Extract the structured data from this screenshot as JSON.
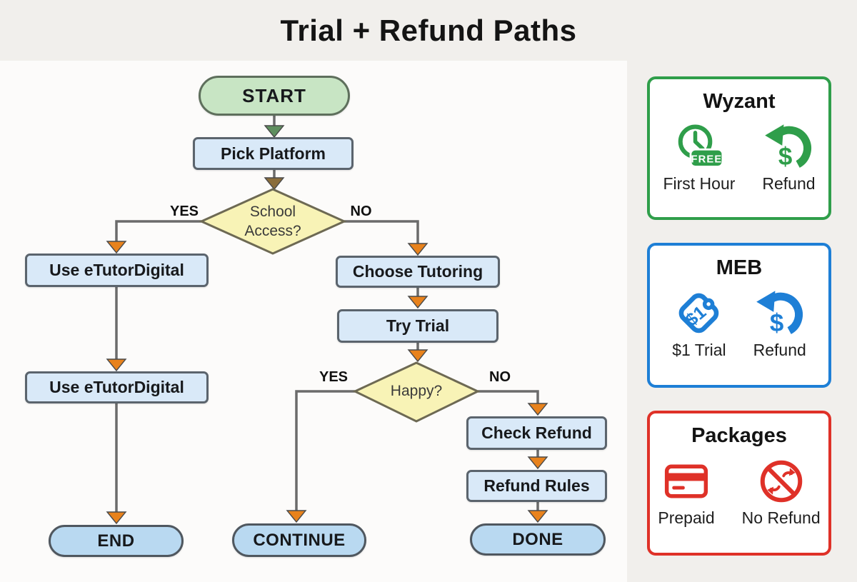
{
  "title": "Trial + Refund Paths",
  "flowchart": {
    "nodes": {
      "start": "START",
      "pick_platform": "Pick Platform",
      "school_access": {
        "line1": "School",
        "line2": "Access?"
      },
      "use_etutordigital_top": "Use eTutorDigital",
      "use_etutordigital_bottom": "Use eTutorDigital",
      "choose_tutoring": "Choose Tutoring",
      "try_trial": "Try Trial",
      "happy": "Happy?",
      "check_refund": "Check Refund",
      "refund_rules": "Refund Rules",
      "end": "END",
      "continue": "CONTINUE",
      "done": "DONE"
    },
    "branch_labels": {
      "school_yes": "YES",
      "school_no": "NO",
      "happy_yes": "YES",
      "happy_no": "NO"
    }
  },
  "cards": [
    {
      "title": "Wyzant",
      "accent": "#2f9e4a",
      "badge": "FREE",
      "items": [
        {
          "icon": "clock-free-trial-icon",
          "label": "First Hour"
        },
        {
          "icon": "refund-arrow-icon",
          "label": "Refund"
        }
      ]
    },
    {
      "title": "MEB",
      "accent": "#1e7fd6",
      "tag_text": "$1",
      "items": [
        {
          "icon": "price-tag-icon",
          "label": "$1 Trial"
        },
        {
          "icon": "refund-arrow-icon",
          "label": "Refund"
        }
      ]
    },
    {
      "title": "Packages",
      "accent": "#df3128",
      "items": [
        {
          "icon": "credit-card-icon",
          "label": "Prepaid"
        },
        {
          "icon": "no-refund-icon",
          "label": "No Refund"
        }
      ]
    }
  ],
  "colors": {
    "page_bg": "#f1efec",
    "panel_bg": "#fcfbfa",
    "box_fill": "#d9e9f8",
    "box_border": "#5b646d",
    "pill_fill": "#b9d9f1",
    "pill_border": "#4f575f",
    "start_fill": "#c8e5c4",
    "start_border": "#5e6f5c",
    "diamond_fill": "#f8f3b6",
    "diamond_border": "#6d6953",
    "line": "#6b6b6b",
    "arrow_orange": "#e8821c",
    "arrow_green": "#5f8f5f",
    "arrow_olive": "#8a6d3b",
    "arrow_outline": "#4a4a4a",
    "text_dark": "#17191c"
  }
}
